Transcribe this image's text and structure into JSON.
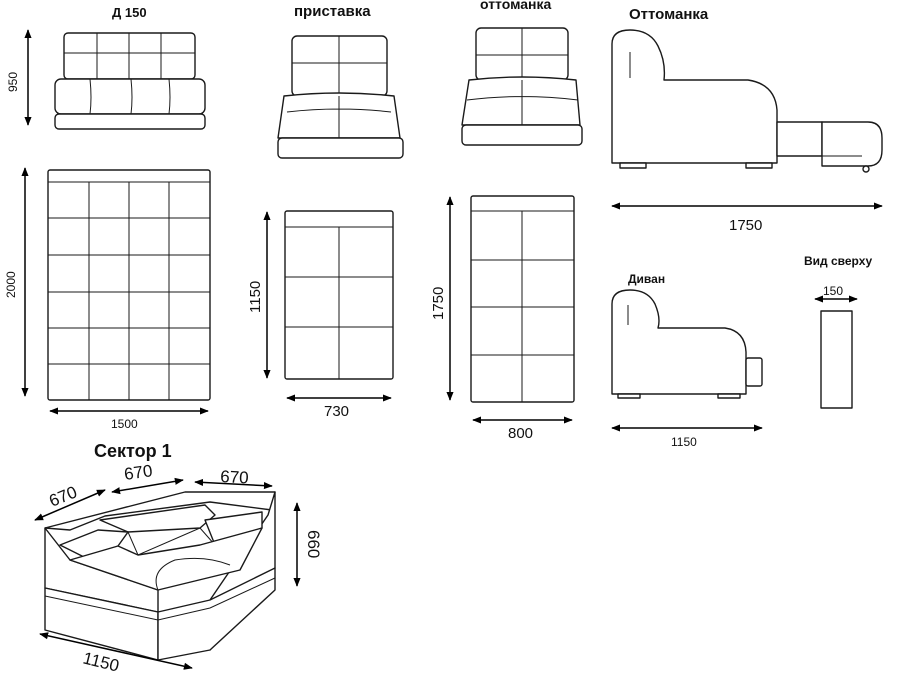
{
  "labels": {
    "d150": "Д 150",
    "pristavka": "приставка",
    "ottomanka_small": "оттоманка",
    "ottomanka_big": "Оттоманка",
    "divan": "Диван",
    "vid_sverhu": "Вид сверху",
    "sektor": "Сектор 1"
  },
  "dimensions": {
    "d150_height": "950",
    "d150_length": "2000",
    "d150_width": "1500",
    "pristavka_length": "1150",
    "pristavka_width": "730",
    "ottomanka_length": "1750",
    "ottomanka_width": "800",
    "ottomanka_side_length": "1750",
    "divan_side_length": "1150",
    "top_view_width": "150",
    "sektor_left": "670",
    "sektor_mid": "670",
    "sektor_right": "670",
    "sektor_height": "660",
    "sektor_base": "1150"
  }
}
